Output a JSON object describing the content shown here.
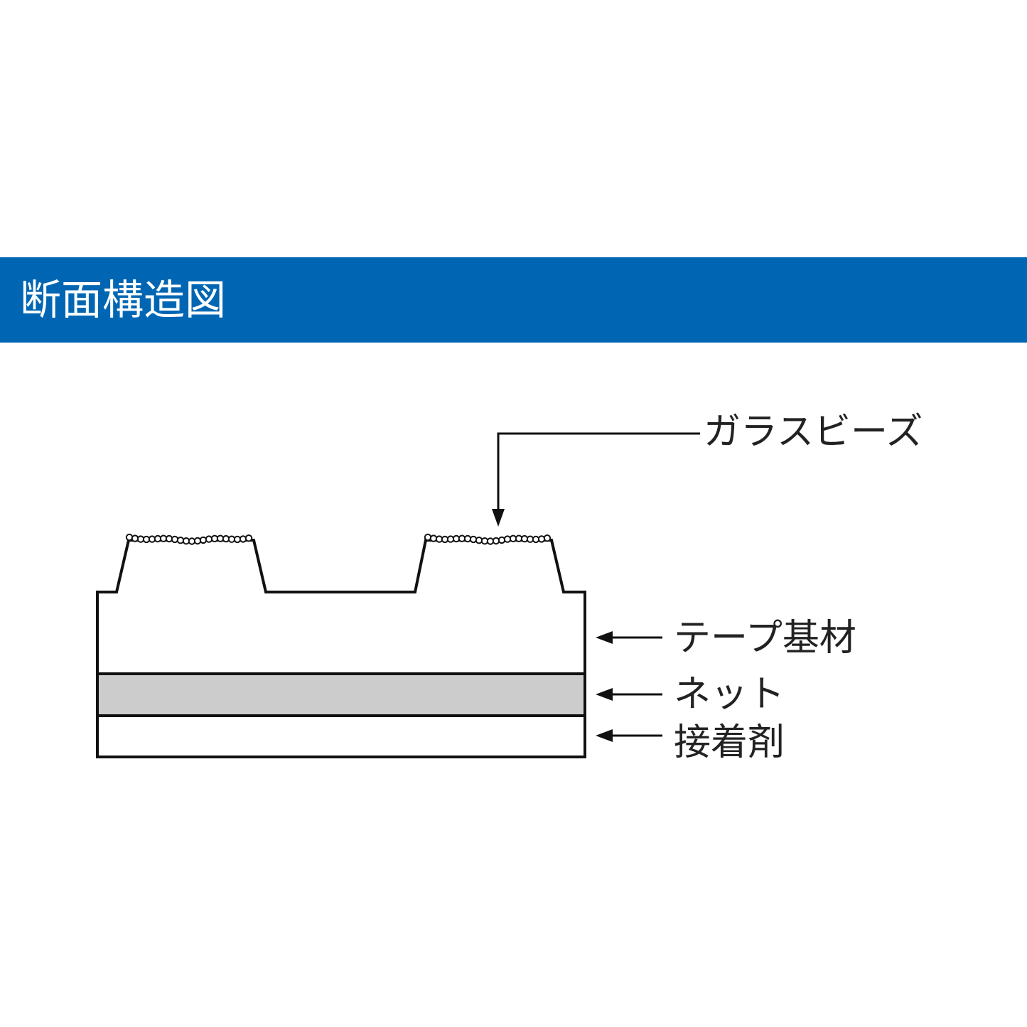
{
  "header": {
    "title": "断面構造図",
    "background_color": "#0066b3",
    "text_color": "#ffffff"
  },
  "diagram": {
    "labels": {
      "glass_beads": "ガラスビーズ",
      "tape_base": "テープ基材",
      "net": "ネット",
      "adhesive": "接着剤"
    },
    "colors": {
      "outline": "#111111",
      "net_layer": "#cccccc",
      "background": "#ffffff"
    }
  }
}
